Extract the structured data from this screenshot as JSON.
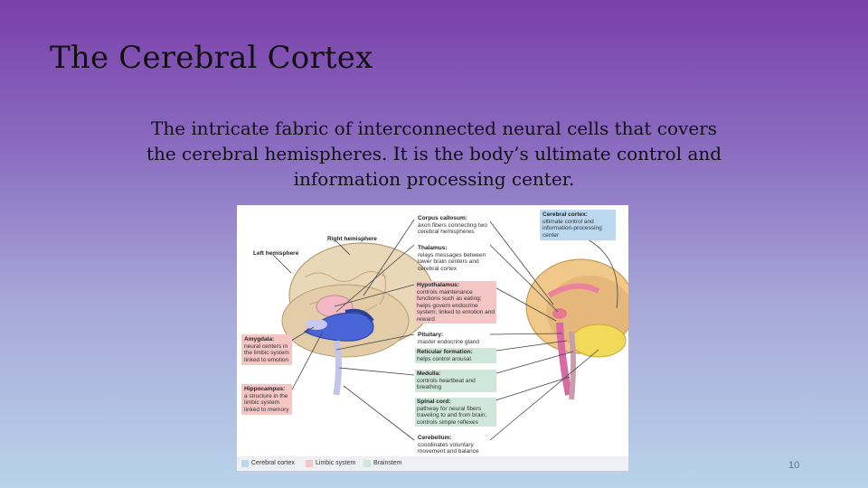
{
  "slide": {
    "title": "The Cerebral Cortex",
    "subtitle": "The intricate fabric of interconnected neural cells that covers the cerebral hemispheres. It is the body’s ultimate control and information processing center.",
    "page_number": "10"
  },
  "figure": {
    "labels": {
      "left_hemisphere": "Left hemisphere",
      "right_hemisphere": "Right hemisphere",
      "corpus_callosum_title": "Corpus callosum:",
      "corpus_callosum_desc": "axon fibers connecting two cerebral hemispheres",
      "thalamus_title": "Thalamus:",
      "thalamus_desc": "relays messages between lower brain centers and cerebral cortex",
      "hypothalamus_title": "Hypothalamus:",
      "hypothalamus_desc": "controls maintenance functions such as eating; helps govern endocrine system; linked to emotion and reward",
      "pituitary_title": "Pituitary:",
      "pituitary_desc": "master endocrine gland",
      "reticular_title": "Reticular formation:",
      "reticular_desc": "helps control arousal",
      "medulla_title": "Medulla:",
      "medulla_desc": "controls heartbeat and breathing",
      "spinal_cord_title": "Spinal cord:",
      "spinal_cord_desc": "pathway for neural fibers traveling to and from brain; controls simple reflexes",
      "cerebellum_title": "Cerebellum:",
      "cerebellum_desc": "coordinates voluntary movement and balance",
      "cerebral_cortex_title": "Cerebral cortex:",
      "cerebral_cortex_desc": "ultimate control and information-processing center",
      "amygdala_title": "Amygdala:",
      "amygdala_desc": "neural centers in the limbic system linked to emotion",
      "hippocampus_title": "Hippocampus:",
      "hippocampus_desc": "a structure in the limbic system linked to memory"
    },
    "legend": [
      {
        "label": "Cerebral cortex",
        "color": "#bcd8ef"
      },
      {
        "label": "Limbic system",
        "color": "#f4c6c4"
      },
      {
        "label": "Brainstem",
        "color": "#cfe7da"
      }
    ]
  }
}
